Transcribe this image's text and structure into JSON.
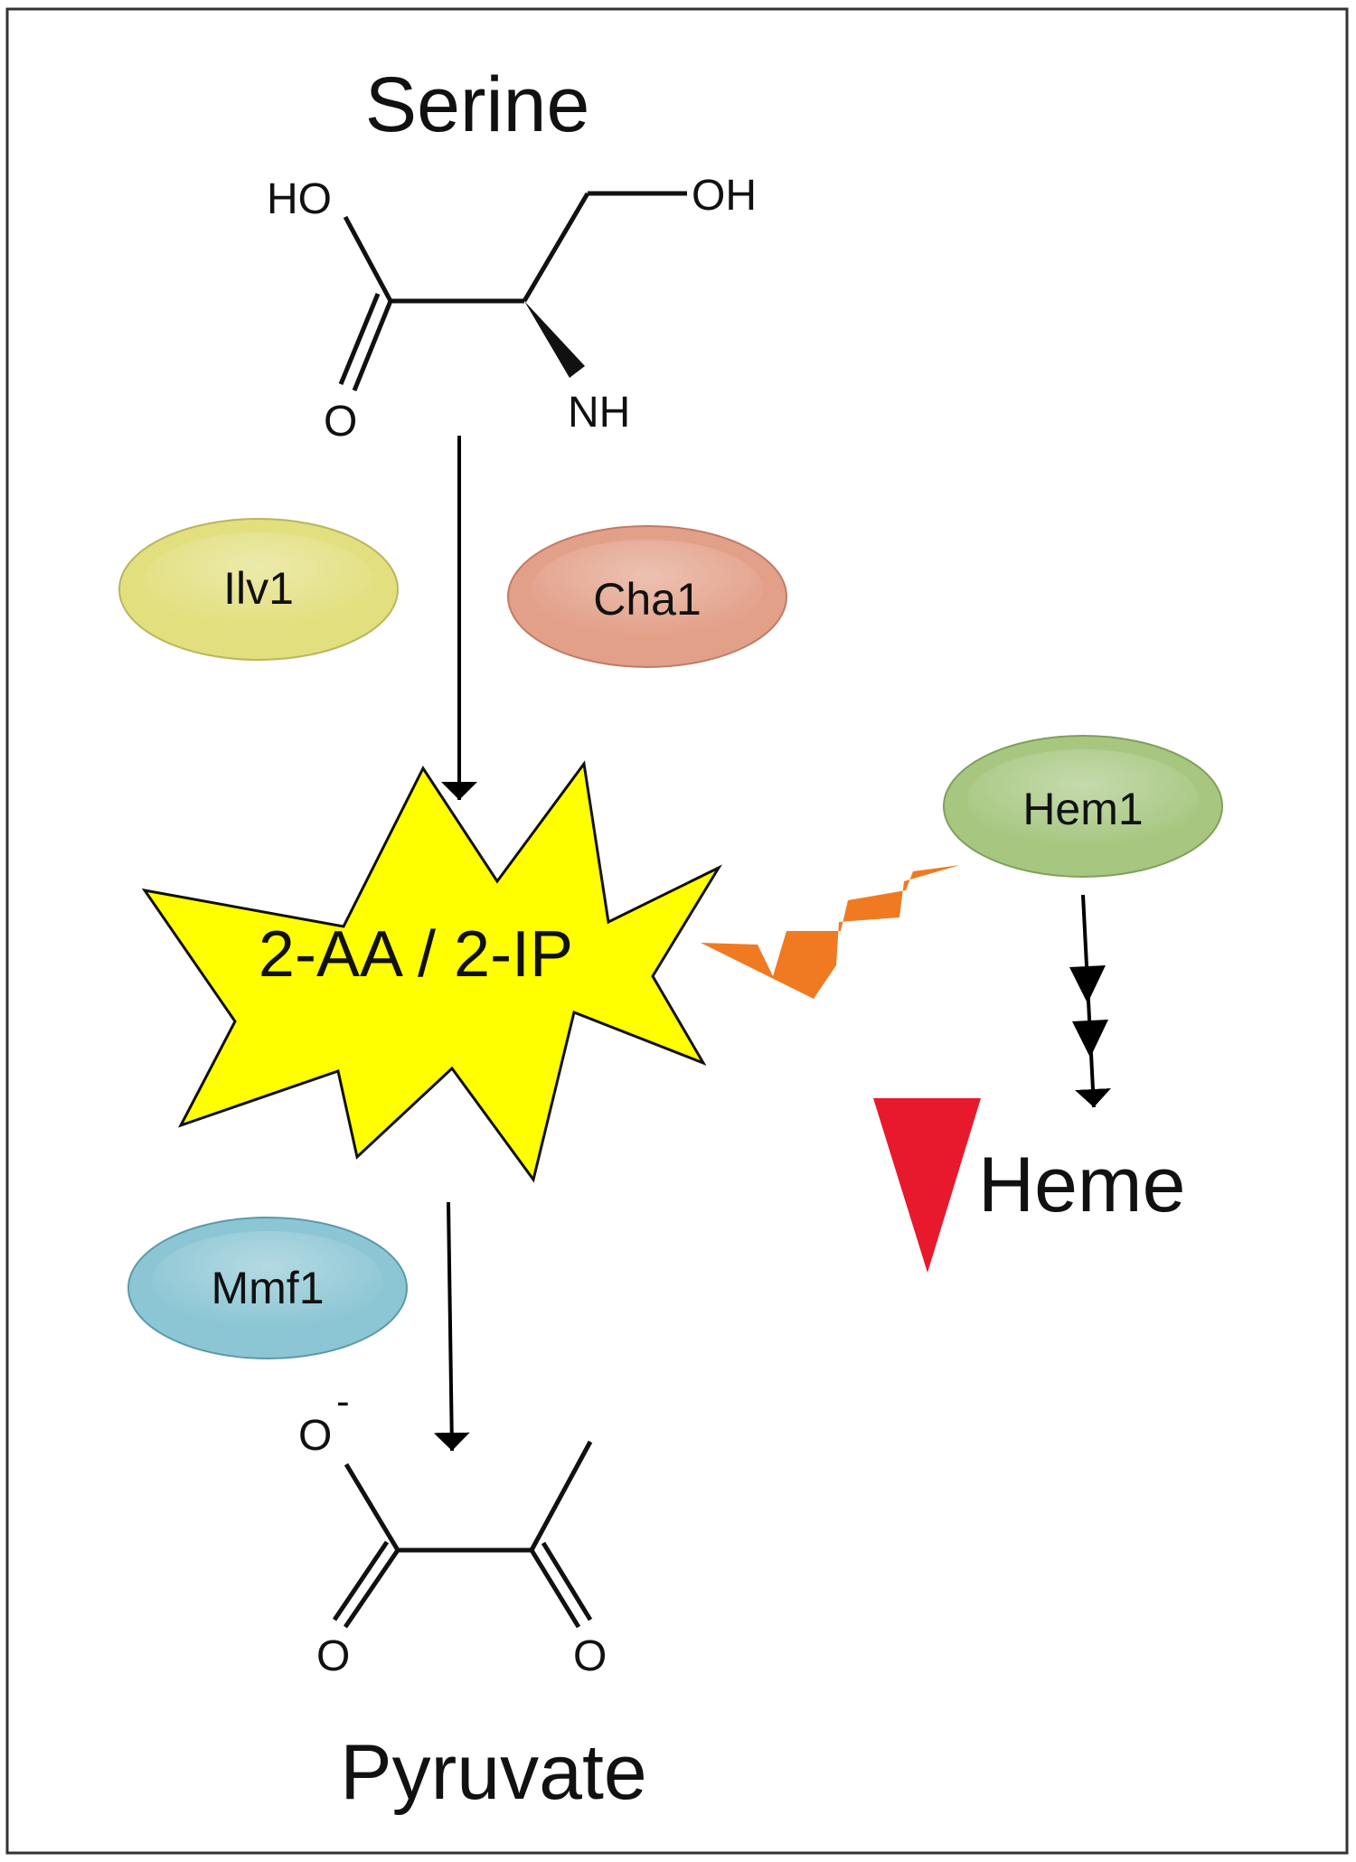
{
  "serine": {
    "title": "Serine",
    "atoms": {
      "ho": "HO",
      "oh": "OH",
      "o": "O",
      "nh": "NH"
    }
  },
  "enzymes": {
    "ilv1": {
      "label": "Ilv1",
      "color": "#e2df7e"
    },
    "cha1": {
      "label": "Cha1",
      "color": "#e3a089"
    },
    "hem1": {
      "label": "Hem1",
      "color": "#a7c781"
    },
    "mmf1": {
      "label": "Mmf1",
      "color": "#8cc6d4"
    }
  },
  "intermediate": {
    "label": "2-AA / 2-IP",
    "color": "#ffff00"
  },
  "inhibition_color": "#f07a22",
  "decrease_color": "#e8192c",
  "heme": {
    "label": "Heme"
  },
  "pyruvate": {
    "title": "Pyruvate",
    "atoms": {
      "o_minus": "O",
      "charge": "-",
      "o_left": "O",
      "o_right": "O"
    }
  }
}
